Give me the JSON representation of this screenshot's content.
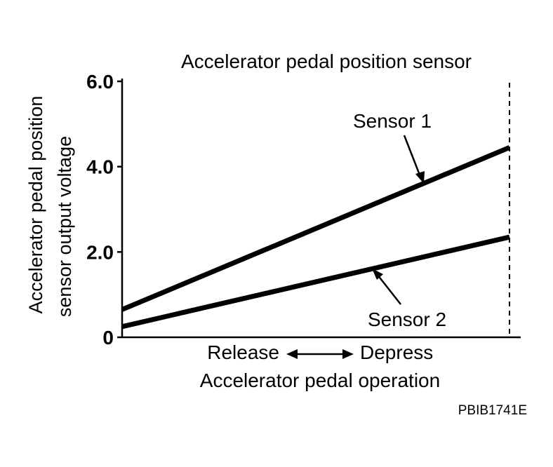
{
  "chart_data": {
    "type": "line",
    "title": "Accelerator pedal position sensor",
    "ylabel_lines": [
      "Accelerator pedal position",
      "sensor output voltage"
    ],
    "xlabel": "Accelerator pedal operation",
    "x_left_label": "Release",
    "x_right_label": "Depress",
    "x": [
      0,
      1
    ],
    "xlim": [
      0,
      1
    ],
    "ylim": [
      0,
      6.0
    ],
    "yticks": [
      {
        "value": 0,
        "label": "0"
      },
      {
        "value": 2.0,
        "label": "2.0"
      },
      {
        "value": 4.0,
        "label": "4.0"
      },
      {
        "value": 6.0,
        "label": "6.0"
      }
    ],
    "grid": false,
    "series": [
      {
        "name": "Sensor 1",
        "values": [
          0.65,
          4.45
        ]
      },
      {
        "name": "Sensor 2",
        "values": [
          0.25,
          2.35
        ]
      }
    ],
    "figure_id": "PBIB1741E"
  }
}
